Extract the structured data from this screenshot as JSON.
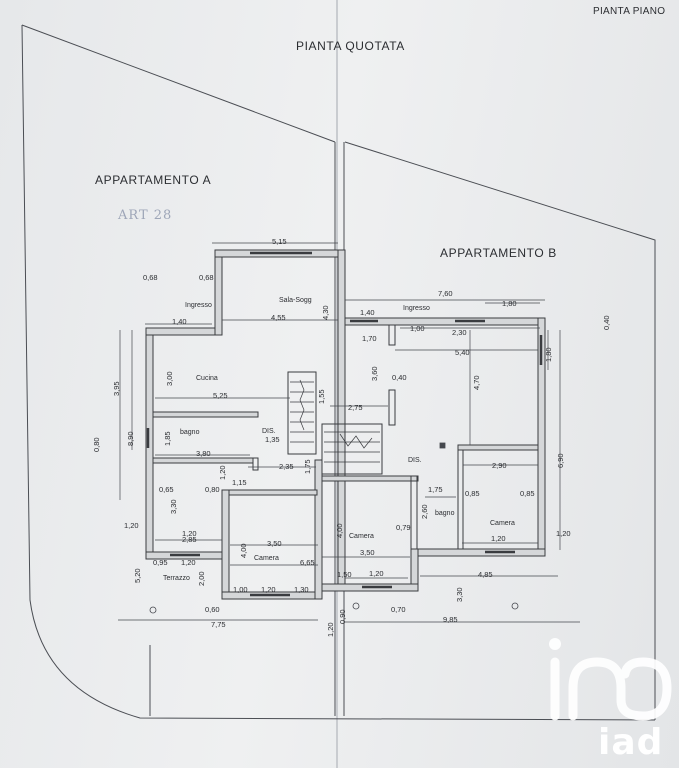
{
  "header": {
    "sheet_label": "PIANTA PIANO",
    "title": "PIANTA QUOTATA"
  },
  "annotation": "ART 28",
  "apartments": [
    {
      "id": "A",
      "label": "APPARTAMENTO  A"
    },
    {
      "id": "B",
      "label": "APPARTAMENTO  B"
    }
  ],
  "rooms": {
    "a_ingresso": "Ingresso",
    "a_soggiorno": "Sala-Sogg",
    "a_cucina": "Cucina",
    "a_dis": "DIS.",
    "a_bagno": "bagno",
    "a_camera": "Camera",
    "a_terrazzo": "Terrazzo",
    "b_ingresso": "Ingresso",
    "b_dis": "DIS.",
    "b_bagno": "bagno",
    "b_camera1": "Camera",
    "b_camera2": "Camera"
  },
  "dimensions": {
    "d515": "5,15",
    "d068a": "0,68",
    "d068b": "0,68",
    "d140a": "1,40",
    "d455": "4,55",
    "d395": "3,95",
    "d300": "3,00",
    "d525": "5,25",
    "d890": "8,90",
    "d080": "0,80",
    "d185": "1,85",
    "d135": "1,35",
    "d380": "3,80",
    "d235": "2,35",
    "d115": "1,15",
    "d120a": "1,20",
    "d065": "0,65",
    "d080b": "0,80",
    "d330": "3,30",
    "d285": "2,85",
    "d120b": "1,20",
    "d095": "0,95",
    "d120c": "1,20",
    "d520": "5,20",
    "d200": "2,00",
    "d400a": "4,00",
    "d350a": "3,50",
    "d665": "6,65",
    "d100a": "1,00",
    "d120d": "1,20",
    "d130": "1,30",
    "d060": "0,60",
    "d775": "7,75",
    "d120e": "1,20",
    "d090": "0,90",
    "d430": "4,30",
    "d155": "1,55",
    "d175a": "1,75",
    "d760": "7,60",
    "d180a": "1,80",
    "d140b": "1,40",
    "d100b": "1,00",
    "d230": "2,30",
    "d170": "1,70",
    "d540": "5,40",
    "d180b": "1,80",
    "d040a": "0,40",
    "d360": "3,60",
    "d040b": "0,40",
    "d470": "4,70",
    "d275": "2,75",
    "d690": "6,90",
    "d290": "2,90",
    "d175b": "1,75",
    "d085a": "0,85",
    "d085b": "0,85",
    "d260": "2,60",
    "d079": "0,79",
    "d400b": "4,00",
    "d350b": "3,50",
    "d120f": "1,20",
    "d120g": "1,20",
    "d150": "1,50",
    "d120h": "1,20",
    "d485": "4,85",
    "d070": "0,70",
    "d330b": "3,30",
    "d985": "9,85"
  },
  "logo": {
    "text": "iad"
  }
}
